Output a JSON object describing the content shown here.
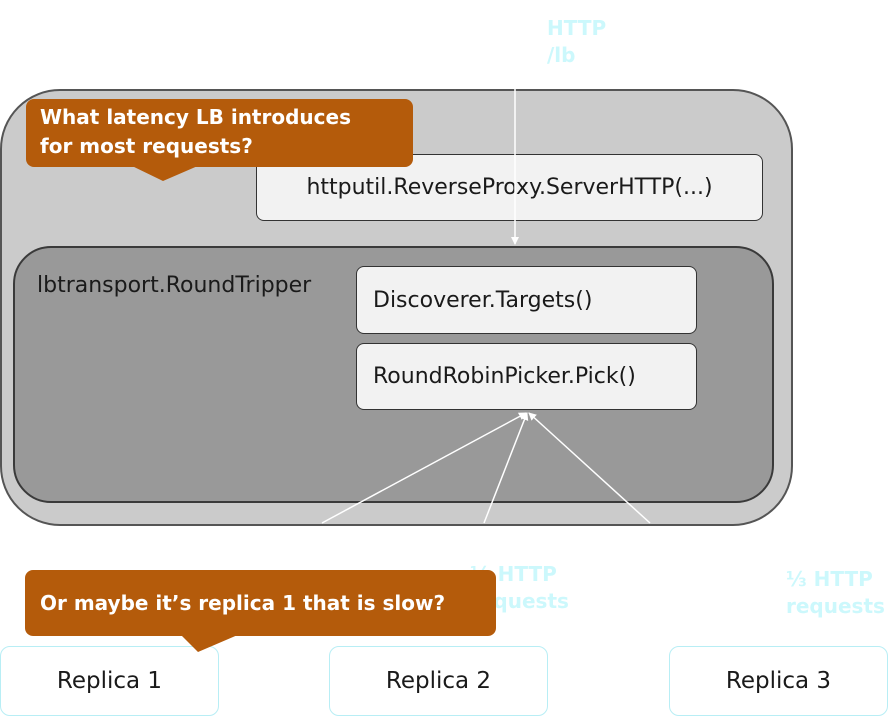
{
  "top_label": [
    "HTTP",
    "/lb"
  ],
  "callouts": {
    "lb_latency": [
      "What latency LB introduces",
      "for most requests?"
    ],
    "replica_slow": "Or maybe it’s replica 1 that is slow?"
  },
  "proxy": "httputil.ReverseProxy.ServerHTTP(...)",
  "round_tripper": {
    "label": "lbtransport.RoundTripper",
    "discoverer": "Discoverer.Targets()",
    "picker": "RoundRobinPicker.Pick()"
  },
  "request_annotations": [
    [
      "⅓ HTTP",
      "requests"
    ],
    [
      "⅓ HTTP",
      "requests"
    ]
  ],
  "replicas": [
    "Replica 1",
    "Replica 2",
    "Replica 3"
  ],
  "colors": {
    "callout": "#b45b0b",
    "annotation": "#ccf8fc",
    "outer_box": "#cbcbcb",
    "inner_box": "#999999",
    "replica_border": "#b8eef5"
  }
}
